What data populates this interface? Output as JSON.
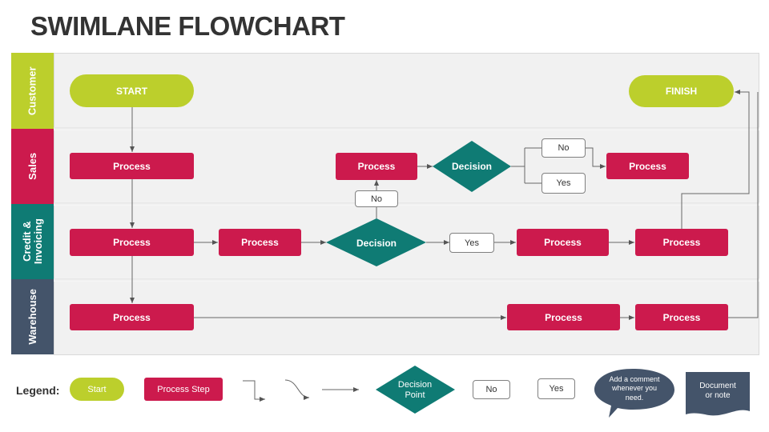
{
  "title": "SWIMLANE FLOWCHART",
  "colors": {
    "lime": "#bccf2c",
    "process": "#cc1a4d",
    "decision": "#0f7b74",
    "slate": "#44546a"
  },
  "lanes": [
    {
      "label": "Customer",
      "color": "#bccf2c"
    },
    {
      "label": "Sales",
      "color": "#cc1a4d"
    },
    {
      "label": "Credit &\nInvoicing",
      "color": "#0f7b74"
    },
    {
      "label": "Warehouse",
      "color": "#44546a"
    }
  ],
  "nodes": {
    "start": "START",
    "finish": "FINISH",
    "sales_process_1": "Process",
    "sales_process_2": "Process",
    "sales_decision": "Decision",
    "sales_no": "No",
    "sales_yes": "Yes",
    "sales_process_3": "Process",
    "credit_no": "No",
    "credit_process_1": "Process",
    "credit_process_2": "Process",
    "credit_decision": "Decision",
    "credit_yes": "Yes",
    "credit_process_3": "Process",
    "credit_process_4": "Process",
    "wh_process_1": "Process",
    "wh_process_2": "Process",
    "wh_process_3": "Process"
  },
  "legend": {
    "label": "Legend:",
    "start": "Start",
    "process_step": "Process Step",
    "decision": "Decision\nPoint",
    "no": "No",
    "yes": "Yes",
    "comment": "Add a comment\nwhenever you\nneed.",
    "document": "Document\nor note"
  }
}
